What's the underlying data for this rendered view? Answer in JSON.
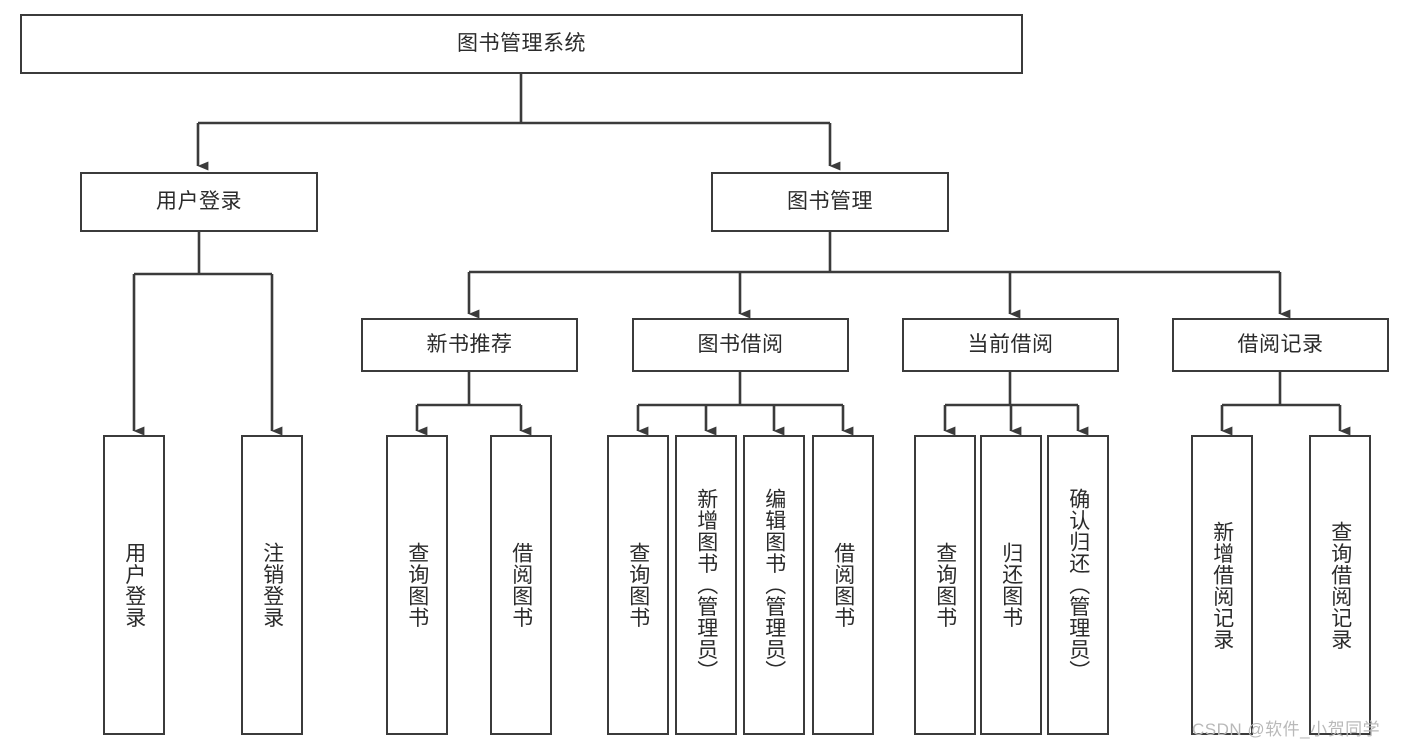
{
  "diagram": {
    "title": "图书管理系统",
    "type": "hierarchy-tree",
    "root": {
      "label": "图书管理系统"
    },
    "level1": [
      {
        "label": "用户登录"
      },
      {
        "label": "图书管理"
      }
    ],
    "level2": [
      {
        "label": "新书推荐"
      },
      {
        "label": "图书借阅"
      },
      {
        "label": "当前借阅"
      },
      {
        "label": "借阅记录"
      }
    ],
    "leaves": {
      "user_login": [
        {
          "label": "用户登录"
        },
        {
          "label": "注销登录"
        }
      ],
      "new_book_recommend": [
        {
          "label": "查询图书"
        },
        {
          "label": "借阅图书"
        }
      ],
      "book_borrow": [
        {
          "label": "查询图书"
        },
        {
          "label": "新增图书（管理员）"
        },
        {
          "label": "编辑图书（管理员）"
        },
        {
          "label": "借阅图书"
        }
      ],
      "current_borrow": [
        {
          "label": "查询图书"
        },
        {
          "label": "归还图书"
        },
        {
          "label": "确认归还（管理员）"
        }
      ],
      "borrow_record": [
        {
          "label": "新增借阅记录"
        },
        {
          "label": "查询借阅记录"
        }
      ]
    }
  },
  "watermark": {
    "text": "CSDN @软件_小贺同学"
  },
  "colors": {
    "border": "#3b3b3b",
    "text": "#2b2b2b",
    "background": "#ffffff",
    "watermark": "#b9b9b9"
  }
}
